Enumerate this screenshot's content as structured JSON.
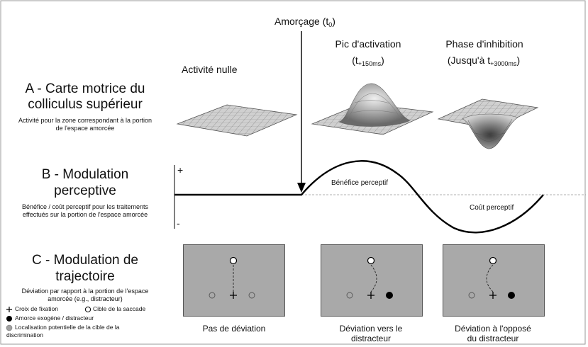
{
  "top": {
    "amorcage_label": "Amorçage (t",
    "amorcage_sub": "0",
    "amorcage_close": ")"
  },
  "phases": {
    "nulle": "Activité nulle",
    "pic_title": "Pic d'activation",
    "pic_time_open": "(t",
    "pic_time_sub": "+150ms",
    "pic_time_close": ")",
    "inhib_title": "Phase d'inhibition",
    "inhib_time_open": "(Jusqu'à t",
    "inhib_time_sub": "+3000ms",
    "inhib_time_close": ")"
  },
  "section_a": {
    "title_line1": "A - Carte motrice du",
    "title_line2": "colliculus supérieur",
    "desc_line1": "Activité pour la zone correspondant à la portion",
    "desc_line2": "de l'espace amorcée"
  },
  "section_b": {
    "title_line1": "B - Modulation",
    "title_line2": "perceptive",
    "desc_line1": "Bénéfice / coût perceptif pour les traitements",
    "desc_line2": "effectués sur la portion de l'espace amorcée",
    "plus": "+",
    "minus": "-",
    "benefit": "Bénéfice perceptif",
    "cost": "Coût perceptif"
  },
  "section_c": {
    "title_line1": "C - Modulation de",
    "title_line2": "trajectoire",
    "desc_line1": "Déviation par rapport à la portion de l'espace",
    "desc_line2": "amorcée (e.g., distracteur)",
    "legend": {
      "fixation": "Croix de fixation",
      "target": "Cible de la saccade",
      "distractor": "Amorce exogène / distracteur",
      "discrimination_line1": "Localisation potentielle de la cible de la",
      "discrimination_line2": "discrimination"
    },
    "panels": [
      {
        "caption_line1": "Pas de déviation",
        "caption_line2": ""
      },
      {
        "caption_line1": "Déviation vers le",
        "caption_line2": "distracteur"
      },
      {
        "caption_line1": "Déviation à l'opposé",
        "caption_line2": "du distracteur"
      }
    ]
  },
  "colors": {
    "panel_bg": "#a9a9a9",
    "surface": "#c9c9c9",
    "distractor": "#000000",
    "potential_target": "#a0a0a0"
  }
}
